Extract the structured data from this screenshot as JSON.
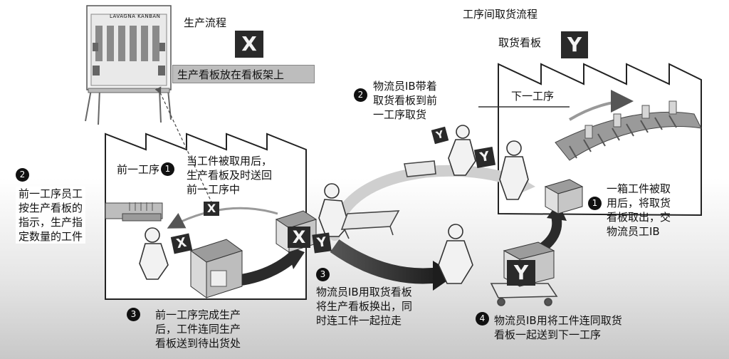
{
  "header": {
    "production_flow": "生产流程",
    "interprocess_flow": "工序间取货流程",
    "pickup_kanban": "取货看板",
    "card_x": "X",
    "card_y": "Y",
    "board_banner": "生产看板放在看板架上",
    "board_title": "LAVAGNA KANBAN"
  },
  "process": {
    "previous": "前一工序",
    "next": "下一工序"
  },
  "steps": {
    "s1_left": {
      "num": "1",
      "text": "当工件被取用后，\n生产看板及时送回\n前一工序中"
    },
    "s2_left": {
      "num": "2",
      "text": "前一工序员工\n按生产看板的\n指示，生产指\n定数量的工件"
    },
    "s3_left": {
      "num": "3",
      "text": "前一工序完成生产\n后，工件连同生产\n看板送到待出货处"
    },
    "s1_right": {
      "num": "1",
      "text": "一箱工件被取\n用后，将取货\n看板取出，交\n物流员工IB"
    },
    "s2_right": {
      "num": "2",
      "text": "物流员IB带着\n取货看板到前\n一工序取货"
    },
    "s3_mid": {
      "num": "3",
      "text": "物流员IB用取货看板\n将生产看板换出，同\n时连工件一起拉走"
    },
    "s4_mid": {
      "num": "4",
      "text": "物流员IB用将工件连同取货\n看板一起送到下一工序"
    }
  },
  "colors": {
    "dark_card": "#2a2a2a",
    "banner": "#bdbdbd",
    "floor_gray": "#d0d0d0",
    "arrow_dark": "#2b2b2b"
  }
}
